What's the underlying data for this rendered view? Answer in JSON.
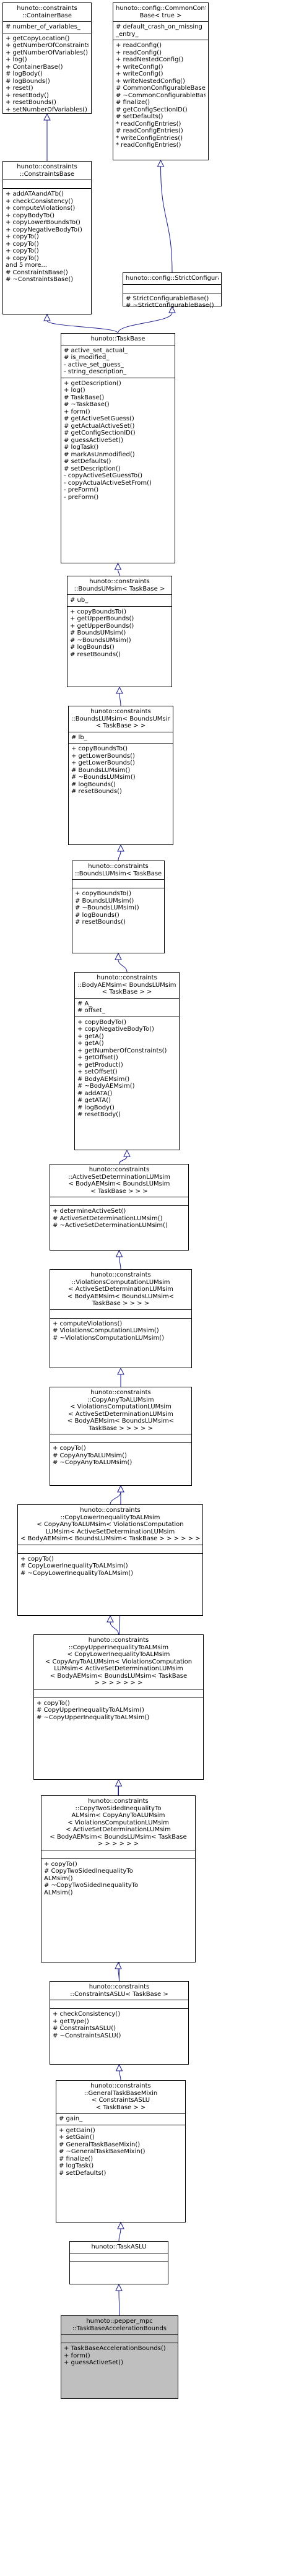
{
  "classes": [
    {
      "title": [
        "hunoto::constraints",
        "::ContainerBase"
      ],
      "attributes": [
        "# number_of_variables_"
      ],
      "methods": [
        "+ getCopyLocation()",
        "+ getNumberOfConstraints()",
        "+ getNumberOfVariables()",
        "+ log()",
        "+ ContainerBase()",
        "# logBody()",
        "# logBounds()",
        "+ reset()",
        "+ resetBody()",
        "+ resetBounds()",
        "+ setNumberOfVariables()"
      ]
    },
    {
      "title": [
        "hunoto::config::CommonConfigurable",
        "Base< true >"
      ],
      "attributes": [
        "# default_crash_on_missing",
        "_entry_"
      ],
      "methods": [
        "+ readConfig()",
        "+ readConfig()",
        "+ readNestedConfig()",
        "+ writeConfig()",
        "+ writeConfig()",
        "+ writeNestedConfig()",
        "# CommonConfigurableBase()",
        "# ~CommonConfigurableBase()",
        "# finalize()",
        "# getConfigSectionID()",
        "# setDefaults()",
        "* readConfigEntries()",
        "# readConfigEntries()",
        "* writeConfigEntries()",
        "* readConfigEntries()"
      ]
    },
    {
      "title": [
        "hunoto::constraints",
        "::ConstraintsBase"
      ],
      "attributes": [],
      "methods": [
        "+ addATAandATb()",
        "+ checkConsistency()",
        "+ computeViolations()",
        "+ copyBodyTo()",
        "+ copyLowerBoundsTo()",
        "+ copyNegativeBodyTo()",
        "+ copyTo()",
        "+ copyTo()",
        "+ copyTo()",
        "+ copyTo()",
        "and 5 more...",
        "# ConstraintsBase()",
        "# ~ConstraintsBase()"
      ]
    },
    {
      "title": [
        "hunoto::config::StrictConfigurableBase"
      ],
      "attributes": [],
      "methods": [
        "# StrictConfigurableBase()",
        "# ~StrictConfigurableBase()"
      ]
    },
    {
      "title": [
        "hunoto::TaskBase"
      ],
      "attributes": [
        "# active_set_actual_",
        "# is_modified_",
        "- active_set_guess_",
        "- string_description_"
      ],
      "methods": [
        "+ getDescription()",
        "+ log()",
        "# TaskBase()",
        "# ~TaskBase()",
        "+ form()",
        "# getActiveSetGuess()",
        "# getActualActiveSet()",
        "# getConfigSectionID()",
        "# guessActiveSet()",
        "# logTask()",
        "# markAsUnmodified()",
        "# setDefaults()",
        "# setDescription()",
        "- copyActiveSetGuessTo()",
        "- copyActualActiveSetFrom()",
        "- preForm()",
        "- preForm()"
      ]
    },
    {
      "title": [
        "hunoto::constraints",
        "::BoundsUMsim< TaskBase >"
      ],
      "attributes": [
        "# ub_"
      ],
      "methods": [
        "+ copyBoundsTo()",
        "+ getUpperBounds()",
        "+ getUpperBounds()",
        "# BoundsUMsim()",
        "# ~BoundsUMsim()",
        "# logBounds()",
        "# resetBounds()"
      ]
    },
    {
      "title": [
        "hunoto::constraints",
        "::BoundsLUMsim< BoundsUMsim",
        "< TaskBase > >"
      ],
      "attributes": [
        "# lb_"
      ],
      "methods": [
        "+ copyBoundsTo()",
        "+ getLowerBounds()",
        "+ getLowerBounds()",
        "# BoundsLUMsim()",
        "# ~BoundsLUMsim()",
        "# logBounds()",
        "# resetBounds()"
      ]
    },
    {
      "title": [
        "hunoto::constraints",
        "::BoundsLUMsim< TaskBase >"
      ],
      "attributes": [],
      "methods": [
        "+ copyBoundsTo()",
        "# BoundsLUMsim()",
        "# ~BoundsLUMsim()",
        "# logBounds()",
        "# resetBounds()"
      ]
    },
    {
      "title": [
        "hunoto::constraints",
        "::BodyAEMsim< BoundsLUMsim",
        "< TaskBase > >"
      ],
      "attributes": [
        "# A_",
        "# offset_"
      ],
      "methods": [
        "+ copyBodyTo()",
        "+ copyNegativeBodyTo()",
        "+ getA()",
        "+ getA()",
        "+ getNumberOfConstraints()",
        "+ getOffset()",
        "+ getProduct()",
        "+ setOffset()",
        "# BodyAEMsim()",
        "# ~BodyAEMsim()",
        "# addATA()",
        "# getATA()",
        "# logBody()",
        "# resetBody()"
      ]
    },
    {
      "title": [
        "hunoto::constraints",
        "::ActiveSetDeterminationLUMsim",
        "< BodyAEMsim< BoundsLUMsim",
        "< TaskBase > > >"
      ],
      "attributes": [],
      "methods": [
        "+ determineActiveSet()",
        "# ActiveSetDeterminationLUMsim()",
        "# ~ActiveSetDeterminationLUMsim()"
      ]
    },
    {
      "title": [
        "hunoto::constraints",
        "::ViolationsComputationLUMsim",
        "< ActiveSetDeterminationLUMsim",
        "< BodyAEMsim< BoundsLUMsim<",
        "TaskBase > > > >"
      ],
      "attributes": [],
      "methods": [
        "+ computeViolations()",
        "# ViolationsComputationLUMsim()",
        "# ~ViolationsComputationLUMsim()"
      ]
    },
    {
      "title": [
        "hunoto::constraints",
        "::CopyAnyToALUMsim",
        "< ViolationsComputationLUMsim",
        "< ActiveSetDeterminationLUMsim",
        "< BodyAEMsim< BoundsLUMsim<",
        "TaskBase > > > > >"
      ],
      "attributes": [],
      "methods": [
        "+ copyTo()",
        "# CopyAnyToALUMsim()",
        "# ~CopyAnyToALUMsim()"
      ]
    },
    {
      "title": [
        "hunoto::constraints",
        "::CopyLowerInequalityToALMsim",
        "< CopyAnyToALUMsim< ViolationsComputation",
        "LUMsim< ActiveSetDeterminationLUMsim",
        "< BodyAEMsim< BoundsLUMsim< TaskBase > > > > > >"
      ],
      "attributes": [],
      "methods": [
        "+ copyTo()",
        "# CopyLowerInequalityToALMsim()",
        "# ~CopyLowerInequalityToALMsim()"
      ]
    },
    {
      "title": [
        "hunoto::constraints",
        "::CopyUpperInequalityToALMsim",
        "< CopyLowerInequalityToALMsim",
        "< CopyAnyToALUMsim< ViolationsComputation",
        "LUMsim< ActiveSetDeterminationLUMsim",
        "< BodyAEMsim< BoundsLUMsim< TaskBase",
        "> > > > > > >"
      ],
      "attributes": [],
      "methods": [
        "+ copyTo()",
        "# CopyUpperInequalityToALMsim()",
        "# ~CopyUpperInequalityToALMsim()"
      ]
    },
    {
      "title": [
        "hunoto::constraints",
        "::CopyTwoSidedInequalityTo",
        "ALMsim< CopyAnyToALUMsim",
        "< ViolationsComputationLUMsim",
        "< ActiveSetDeterminationLUMsim",
        "< BodyAEMsim< BoundsLUMsim< TaskBase",
        "> > > > > >"
      ],
      "attributes": [],
      "methods": [
        "+ copyTo()",
        "# CopyTwoSidedInequalityTo",
        "ALMsim()",
        "# ~CopyTwoSidedInequalityTo",
        "ALMsim()"
      ]
    },
    {
      "title": [
        "hunoto::constraints",
        "::ConstraintsASLU< TaskBase >"
      ],
      "attributes": [],
      "methods": [
        "+ checkConsistency()",
        "+ getType()",
        "# ConstraintsASLU()",
        "# ~ConstraintsASLU()"
      ]
    },
    {
      "title": [
        "hunoto::constraints",
        "::GeneralTaskBaseMixin",
        "< ConstraintsASLU",
        "< TaskBase > >"
      ],
      "attributes": [
        "# gain_"
      ],
      "methods": [
        "+ getGain()",
        "+ setGain()",
        "# GeneralTaskBaseMixin()",
        "# ~GeneralTaskBaseMixin()",
        "# finalize()",
        "# logTask()",
        "# setDefaults()"
      ]
    },
    {
      "title": [
        "hunoto::TaskASLU"
      ],
      "attributes": [],
      "methods": []
    },
    {
      "title": [
        "humoto::pepper_mpc",
        "::TaskBaseAccelerationBounds"
      ],
      "attributes": [],
      "methods": [
        "+ TaskBaseAccelerationBounds()",
        "+ form()",
        "+ guessActiveSet()"
      ]
    }
  ]
}
